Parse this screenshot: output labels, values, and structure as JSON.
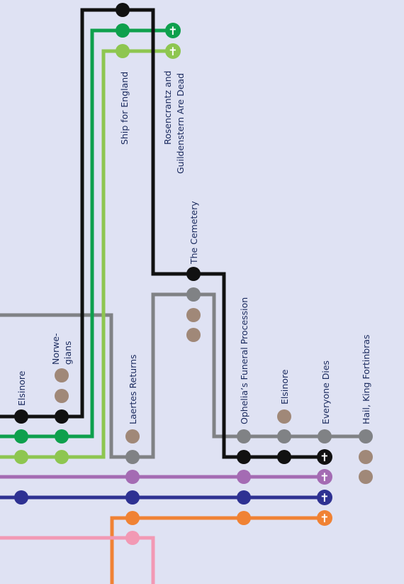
{
  "colors": {
    "background": "#dfe2f3",
    "label_text": "#1a2a5e",
    "hamlet": "#111111",
    "rosencrantz": "#0ea04d",
    "guildenstern": "#8ec650",
    "laertes": "#808285",
    "gertrude": "#a46bb3",
    "claudius": "#2e3192",
    "polonius_line": "#f08234",
    "ophelia_line": "#f299b4",
    "minor_character": "#a08878",
    "death_mark": "#ffffff"
  },
  "stations": {
    "ship_for_england": "Ship for England",
    "rosencrantz_line1": "Rosencrantz and",
    "rosencrantz_line2": "Guildenstern Are Dead",
    "the_cemetery": "The Cemetery",
    "elsinore_1": "Elsinore",
    "norwegians_line1": "Norwe-",
    "norwegians_line2": "gians",
    "laertes_returns": "Laertes Returns",
    "ophelias_funeral": "Ophelia’s Funeral Procession",
    "elsinore_2": "Elsinore",
    "everyone_dies": "Everyone Dies",
    "hail_king_fortinbras": "Hail, King Fortinbras"
  },
  "icons": {
    "death": "dagger-cross-icon",
    "stop": "station-dot",
    "minor": "minor-character-dot"
  },
  "death_glyph": "✝"
}
